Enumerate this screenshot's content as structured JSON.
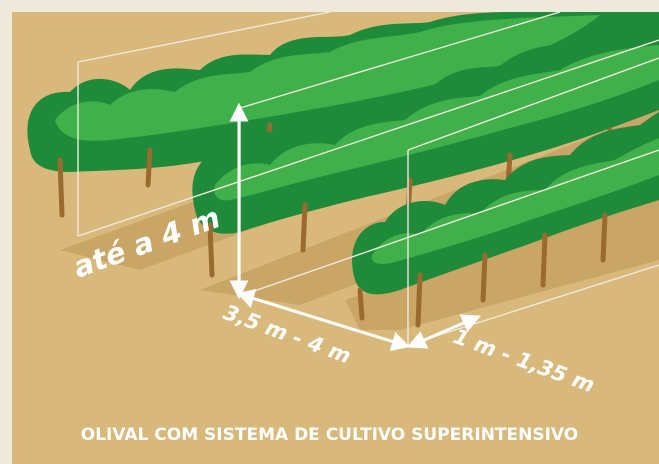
{
  "figure": {
    "height_label": "até a 4 m",
    "row_spacing_label": "3,5 m - 4 m",
    "tree_spacing_label": "1 m - 1,35 m",
    "caption": "OLIVAL COM SISTEMA DE CULTIVO SUPERINTENSIVO"
  },
  "colors": {
    "background": "#d9b87c",
    "frame": "#efe9dc",
    "foliage_dark": "#1f8a3a",
    "foliage_light": "#3fb04a",
    "trunk": "#9a6a2e",
    "shadow": "#c9a566",
    "arrows": "#ffffff"
  }
}
